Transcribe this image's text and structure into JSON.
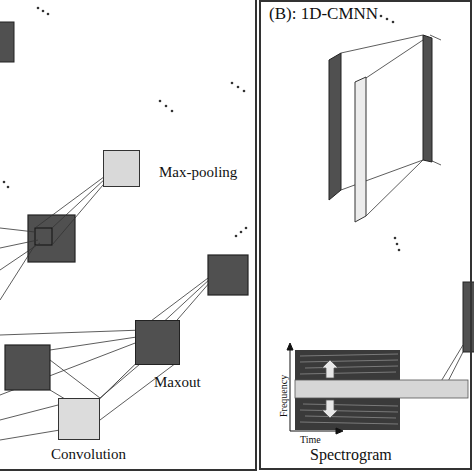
{
  "diagram": {
    "nodes": [
      {
        "text": [
          "Max-pooling"
        ]
      },
      {
        "text": [
          "Maxout"
        ]
      },
      {
        "text": [
          "Convolution"
        ]
      },
      {
        "text": [
          "(B): 1D-CMNN"
        ]
      },
      {
        "text": [
          "Frequency",
          "Time",
          "Spectrogram"
        ],
        "in": 3
      }
    ],
    "edges": [
      {
        "from": 2,
        "to": 1,
        "arrow": "none"
      }
    ]
  }
}
